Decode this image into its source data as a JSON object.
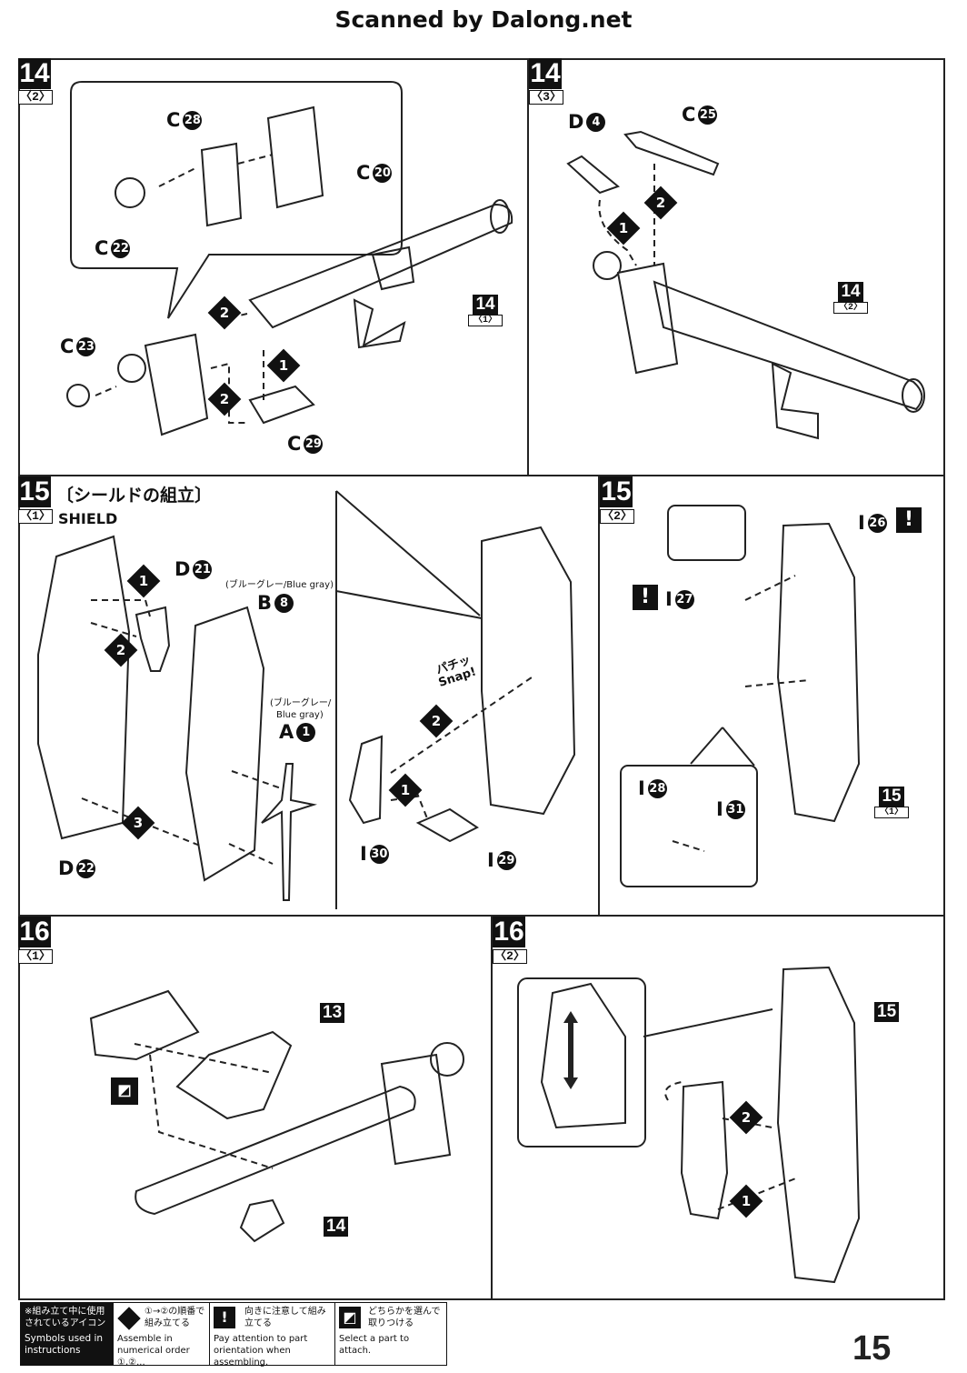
{
  "header": {
    "scanned_by": "Scanned by Dalong.net"
  },
  "page_number": "15",
  "steps": {
    "s14_2": {
      "num": "14",
      "sub": "〈2〉",
      "labels": {
        "c28": {
          "l": "C",
          "n": "28"
        },
        "c20": {
          "l": "C",
          "n": "20"
        },
        "c22": {
          "l": "C",
          "n": "22"
        },
        "c23": {
          "l": "C",
          "n": "23"
        },
        "c29": {
          "l": "C",
          "n": "29"
        }
      },
      "orders": {
        "o1": "1",
        "o2a": "2",
        "o2b": "2"
      },
      "ref": {
        "big": "14",
        "sm": "〈1〉"
      }
    },
    "s14_3": {
      "num": "14",
      "sub": "〈3〉",
      "labels": {
        "d4": {
          "l": "D",
          "n": "4"
        },
        "c25": {
          "l": "C",
          "n": "25"
        }
      },
      "orders": {
        "o1": "1",
        "o2": "2"
      },
      "ref": {
        "big": "14",
        "sm": "〈2〉"
      }
    },
    "s15_1": {
      "num": "15",
      "sub": "〈1〉",
      "title_jp": "〔シールドの組立〕",
      "title_en": "SHIELD",
      "labels": {
        "d21": {
          "l": "D",
          "n": "21"
        },
        "b8": {
          "l": "B",
          "n": "8"
        },
        "a1": {
          "l": "A",
          "n": "1"
        },
        "d22": {
          "l": "D",
          "n": "22"
        },
        "i30": {
          "l": "I",
          "n": "30"
        },
        "i29": {
          "l": "I",
          "n": "29"
        }
      },
      "notes": {
        "bluegray_b": "(ブルーグレー/Blue gray)",
        "bluegray_a1": "(ブルーグレー/",
        "bluegray_a2": "Blue gray)"
      },
      "snap": {
        "jp": "パチッ",
        "en": "Snap!"
      },
      "orders": {
        "o1a": "1",
        "o2a": "2",
        "o3": "3",
        "o1b": "1",
        "o2b": "2"
      }
    },
    "s15_2": {
      "num": "15",
      "sub": "〈2〉",
      "labels": {
        "i26": {
          "l": "I",
          "n": "26"
        },
        "i27": {
          "l": "I",
          "n": "27"
        },
        "i28": {
          "l": "I",
          "n": "28"
        },
        "i31": {
          "l": "I",
          "n": "31"
        }
      },
      "caution": "!",
      "ref": {
        "big": "15",
        "sm": "〈1〉"
      }
    },
    "s16_1": {
      "num": "16",
      "sub": "〈1〉",
      "ref13": "13",
      "ref14": "14"
    },
    "s16_2": {
      "num": "16",
      "sub": "〈2〉",
      "ref15": "15",
      "orders": {
        "o1": "1",
        "o2": "2"
      }
    }
  },
  "footer": {
    "head_jp": "※組み立て中に使用されているアイコン",
    "head_en": "Symbols used in instructions",
    "c1_jp": "①→②の順番で組み立てる",
    "c1_en": "Assemble in numerical order ①,②...",
    "c2_jp": "向きに注意して組み立てる",
    "c2_en": "Pay attention to part orientation when assembling.",
    "c3_jp": "どちらかを選んで取りつける",
    "c3_en": "Select a part to attach.",
    "icons": [
      "order-diamond-icon",
      "caution-icon",
      "choice-icon"
    ]
  }
}
